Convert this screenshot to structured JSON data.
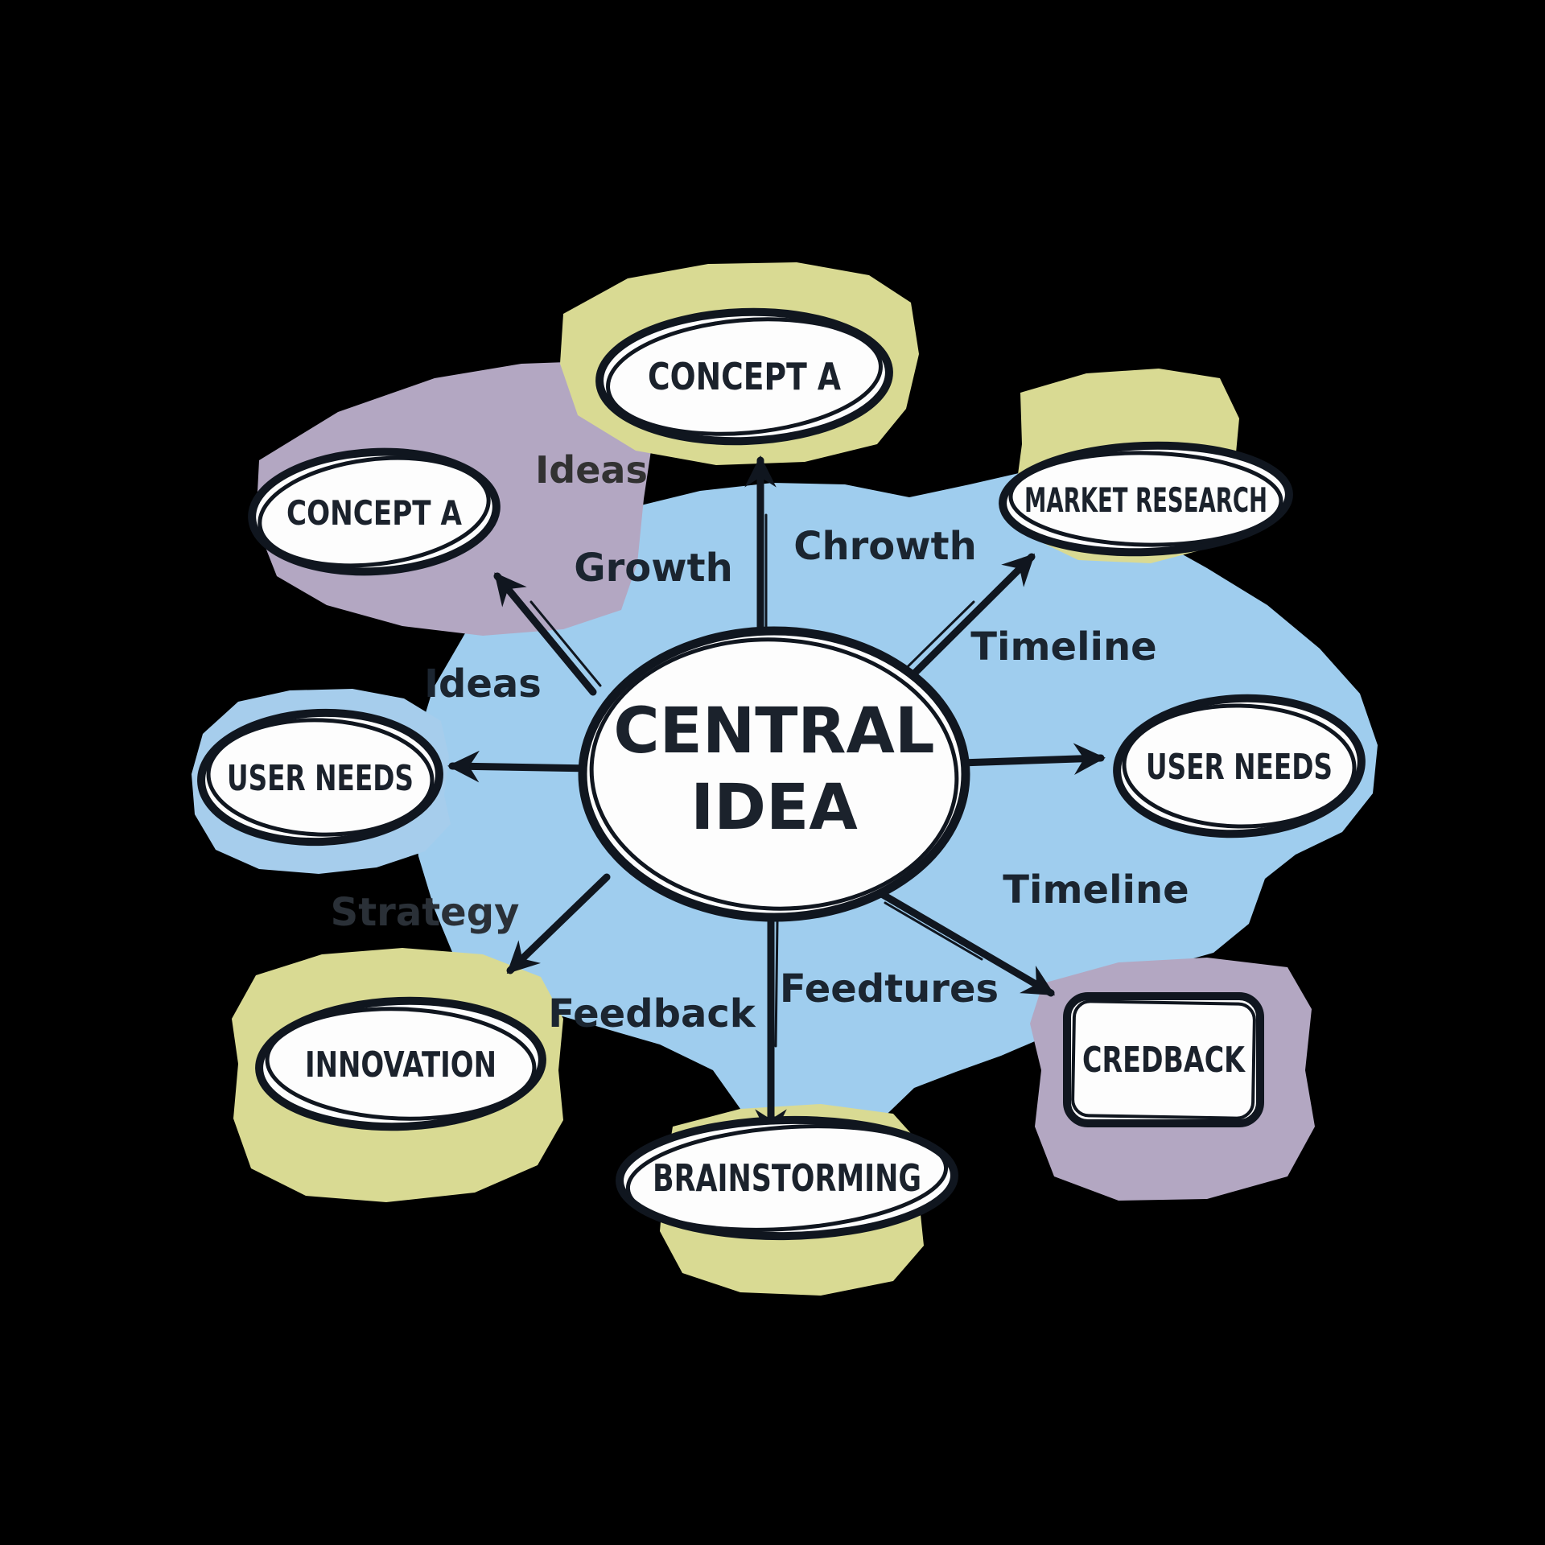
{
  "diagram": {
    "background": "#000000",
    "colors": {
      "canvas_blue": "#9fcdee",
      "node_yellow": "#d9da93",
      "node_purple": "#b3a7c2",
      "node_blue_patch": "#a6cdec",
      "node_fill": "#fdfdfd",
      "ink": "#10161f"
    },
    "center": {
      "line1": "CENTRAL",
      "line2": "IDEA"
    },
    "nodes": [
      {
        "id": "concept-a-top",
        "label": "CONCEPT A"
      },
      {
        "id": "concept-a-left",
        "label": "CONCEPT A"
      },
      {
        "id": "market-research",
        "label": "MARKET RESEARCH"
      },
      {
        "id": "user-needs-left",
        "label": "USER NEEDS"
      },
      {
        "id": "user-needs-right",
        "label": "USER NEEDS"
      },
      {
        "id": "innovation",
        "label": "INNOVATION"
      },
      {
        "id": "brainstorming",
        "label": "BRAINSTORMING"
      },
      {
        "id": "credback",
        "label": "CREDBACK"
      }
    ],
    "edge_labels": [
      {
        "id": "ideas-top",
        "text": "Ideas"
      },
      {
        "id": "growth",
        "text": "Growth"
      },
      {
        "id": "chrowth",
        "text": "Chrowth"
      },
      {
        "id": "timeline-upper",
        "text": "Timeline"
      },
      {
        "id": "ideas-left",
        "text": "Ideas"
      },
      {
        "id": "strategy",
        "text": "Strategy"
      },
      {
        "id": "feedback",
        "text": "Feedback"
      },
      {
        "id": "feedtures",
        "text": "Feedtures"
      },
      {
        "id": "timeline-lower",
        "text": "Timeline"
      }
    ]
  }
}
